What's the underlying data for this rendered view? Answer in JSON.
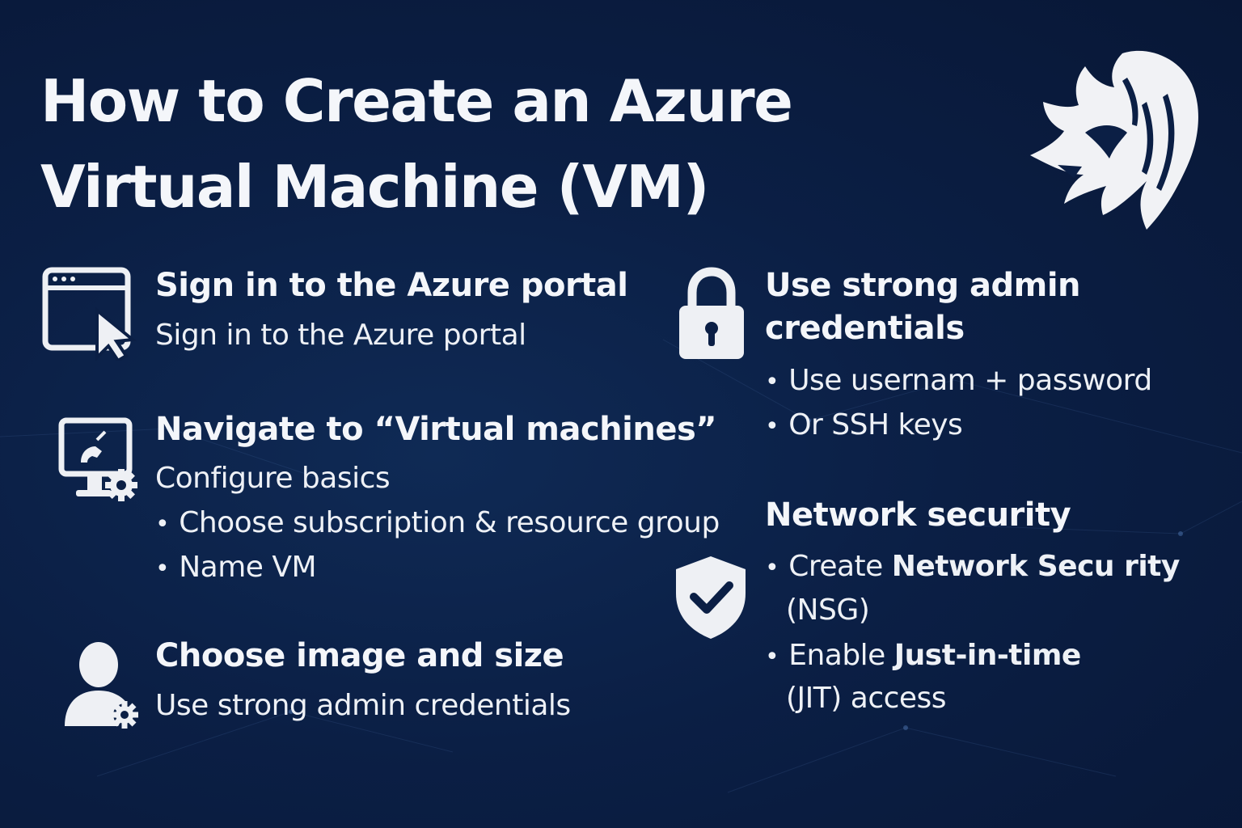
{
  "title": {
    "line1": "How to Create an Azure",
    "line2": "Virtual Machine (VM)"
  },
  "logo": {
    "icon": "lion-head-icon"
  },
  "steps": [
    {
      "icon": "browser-window-cursor-icon",
      "heading": "Sign in to the Azure portal",
      "text": "Sign in to the Azure portal"
    },
    {
      "icon": "monitor-gear-icon",
      "heading": "Navigate to “Virtual machines”",
      "text": "Configure basics",
      "bullets": [
        "Choose subscription & resource group",
        "Name VM"
      ]
    },
    {
      "icon": "user-gear-icon",
      "heading": "Choose image and size",
      "text": "Use strong admin credentials"
    },
    {
      "icon": "padlock-icon",
      "heading_line1": "Use strong admin",
      "heading_line2": "credentials",
      "bullets": [
        "Use usernam + password",
        "Or SSH keys"
      ]
    },
    {
      "icon": "shield-check-icon",
      "heading": "Network security",
      "bullet1_pre": "Create ",
      "bullet1_bold": "Network Secu rity",
      "bullet1_cont": "(NSG)",
      "bullet2_pre": "Enable ",
      "bullet2_bold": "Just-in-time",
      "bullet2_cont": "(JIT) access"
    }
  ],
  "colors": {
    "background": "#0b1f45",
    "text": "#f2f4f8",
    "icon": "#eef0f4"
  }
}
